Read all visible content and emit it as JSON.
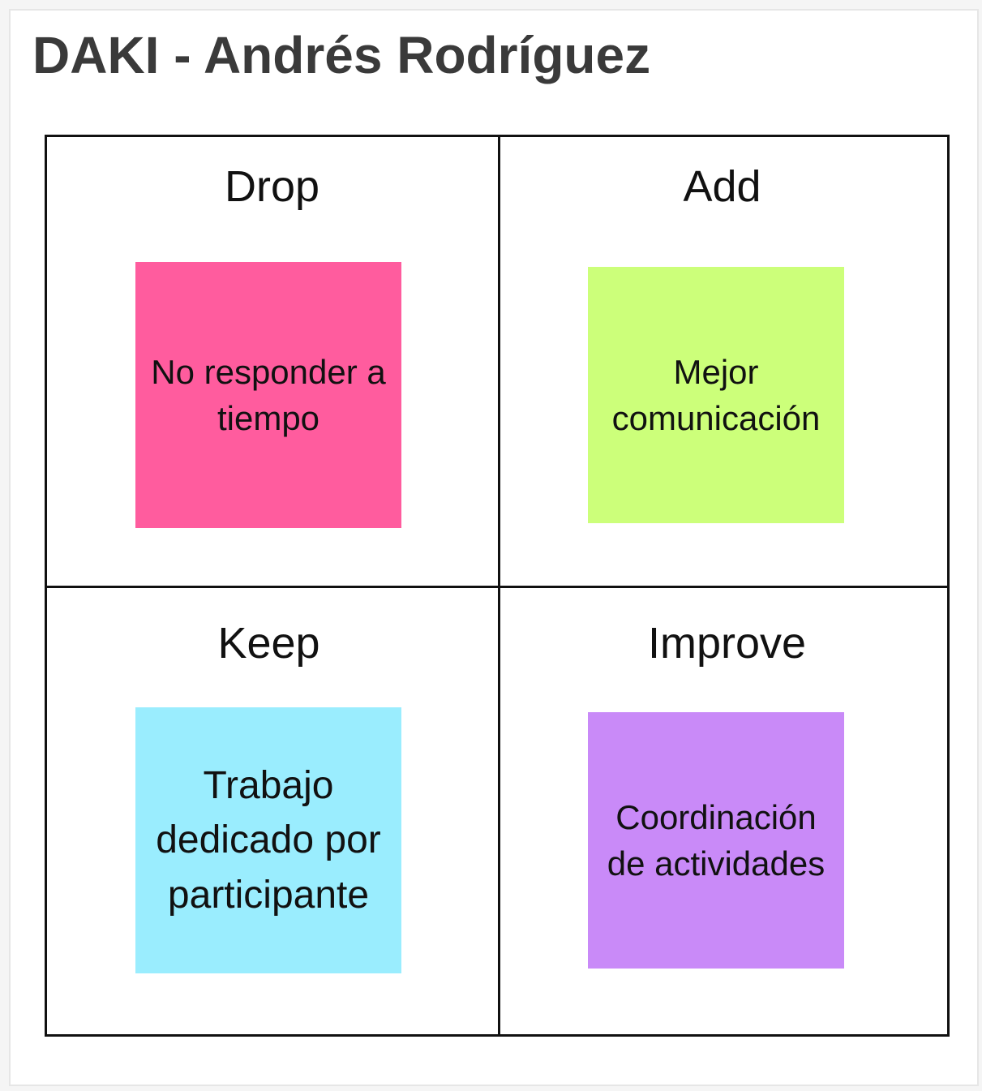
{
  "board": {
    "title": "DAKI - Andrés Rodríguez"
  },
  "quadrants": {
    "drop": {
      "label": "Drop",
      "note": "No responder a tiempo",
      "note_color": "#ff5c9e"
    },
    "add": {
      "label": "Add",
      "note": "Mejor comunicación",
      "note_color": "#ccff7a"
    },
    "keep": {
      "label": "Keep",
      "note": "Trabajo dedicado por participante",
      "note_color": "#9aedfe"
    },
    "improve": {
      "label": "Improve",
      "note": "Coordinación de actividades",
      "note_color": "#c98af8"
    }
  }
}
